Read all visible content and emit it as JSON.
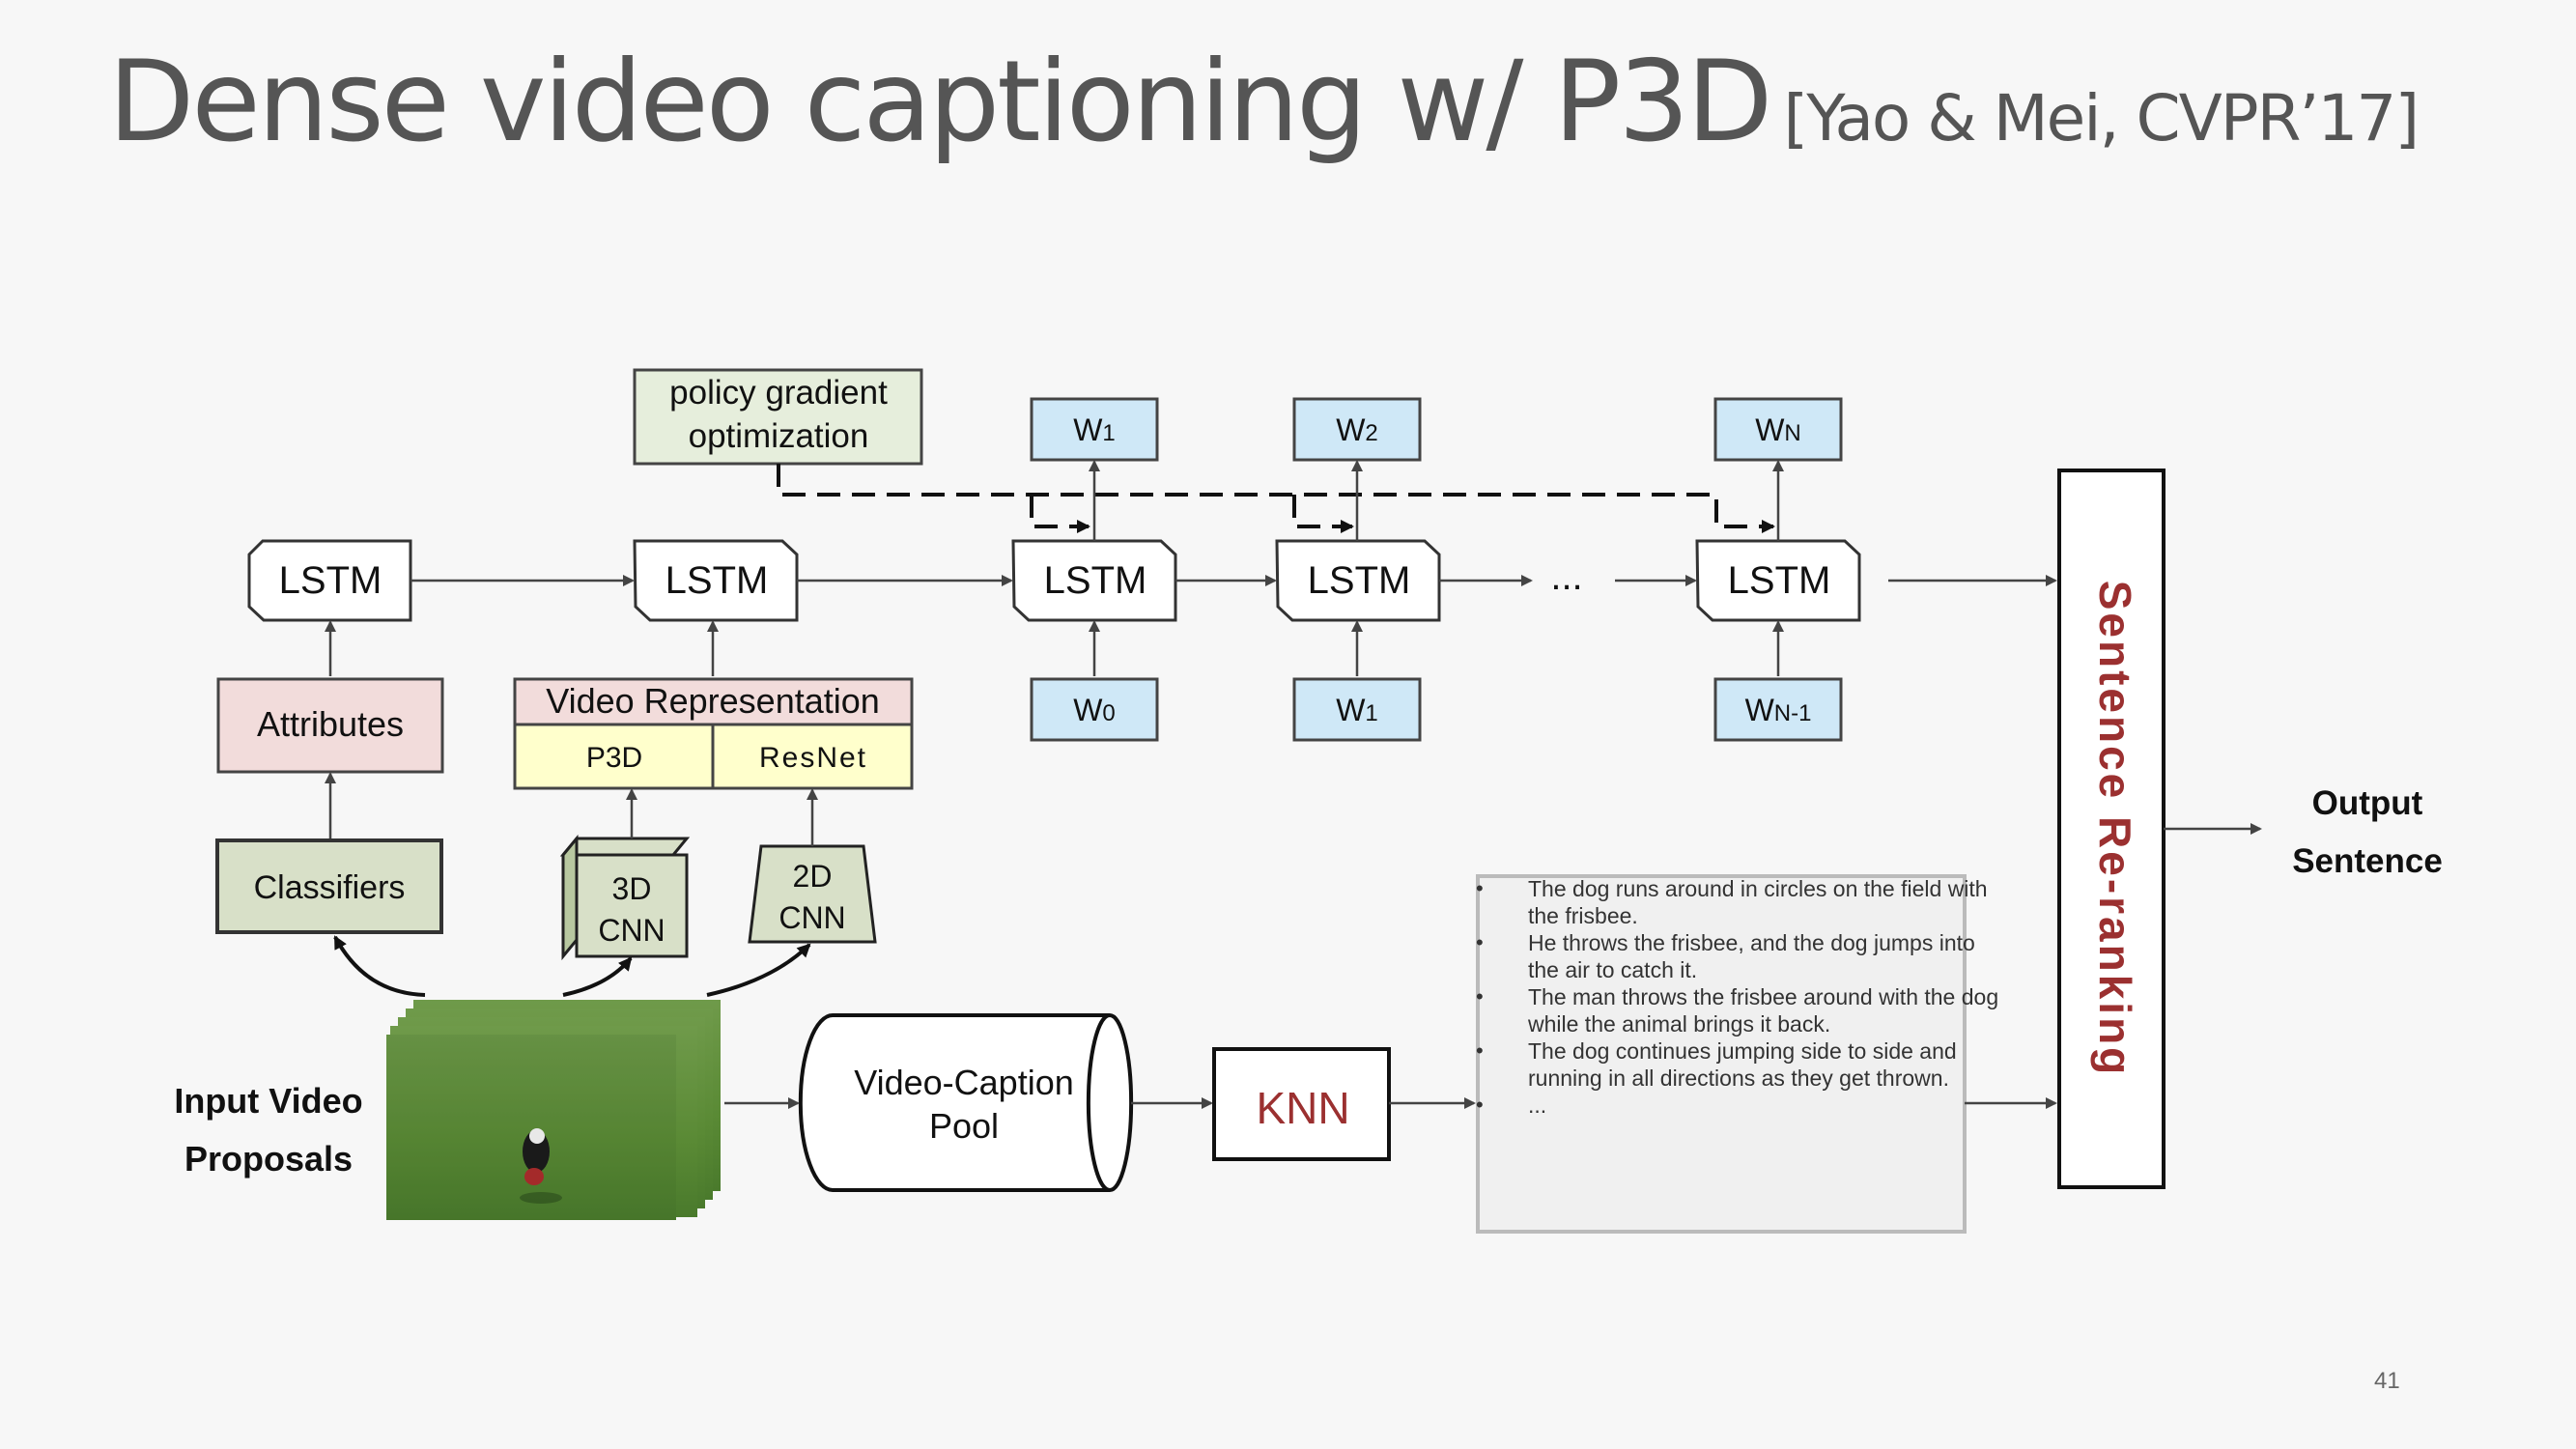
{
  "slide": {
    "title": "Dense video captioning w/ P3D",
    "citation": "[Yao & Mei, CVPR’17]",
    "page_number": "41"
  },
  "diagram": {
    "policy_label_line1": "policy gradient",
    "policy_label_line2": "optimization",
    "lstm_label": "LSTM",
    "ellipsis": "...",
    "outputs": [
      {
        "w": "W",
        "sub": "1"
      },
      {
        "w": "W",
        "sub": "2"
      },
      {
        "w": "W",
        "sub": "N"
      }
    ],
    "inputs": [
      {
        "w": "W",
        "sub": "0"
      },
      {
        "w": "W",
        "sub": "1"
      },
      {
        "w": "W",
        "sub": "N-1"
      }
    ],
    "attributes": "Attributes",
    "video_representation": "Video Representation",
    "p3d": "P3D",
    "resnet": "ResNet",
    "classifiers": "Classifiers",
    "cnn3d_line1": "3D",
    "cnn3d_line2": "CNN",
    "cnn2d_line1": "2D",
    "cnn2d_line2": "CNN",
    "input_line1": "Input Video",
    "input_line2": "Proposals",
    "pool_line1": "Video-Caption",
    "pool_line2": "Pool",
    "knn": "KNN",
    "reranking": "Sentence Re-ranking",
    "output_line1": "Output",
    "output_line2": "Sentence",
    "captions": [
      "The dog runs around in circles on the field with the frisbee.",
      "He throws the frisbee, and the dog jumps into the air to catch it.",
      "The man throws the frisbee around with the dog while the animal brings it back.",
      "The dog continues jumping side to side and running in all directions as they get thrown.",
      "..."
    ]
  },
  "colors": {
    "lstm_fill": "#ffffff",
    "word_fill": "#cfe8f7",
    "attribute_fill": "#f2dcdb",
    "representation_fill": "#ffffcc",
    "classifier_fill": "#d8e0c8",
    "policy_fill": "#e6eedc",
    "knn_text": "#9b3030",
    "reranking_text": "#9b3030",
    "caption_box_fill": "#f0f0f0",
    "grass": "#5f8f3a"
  }
}
